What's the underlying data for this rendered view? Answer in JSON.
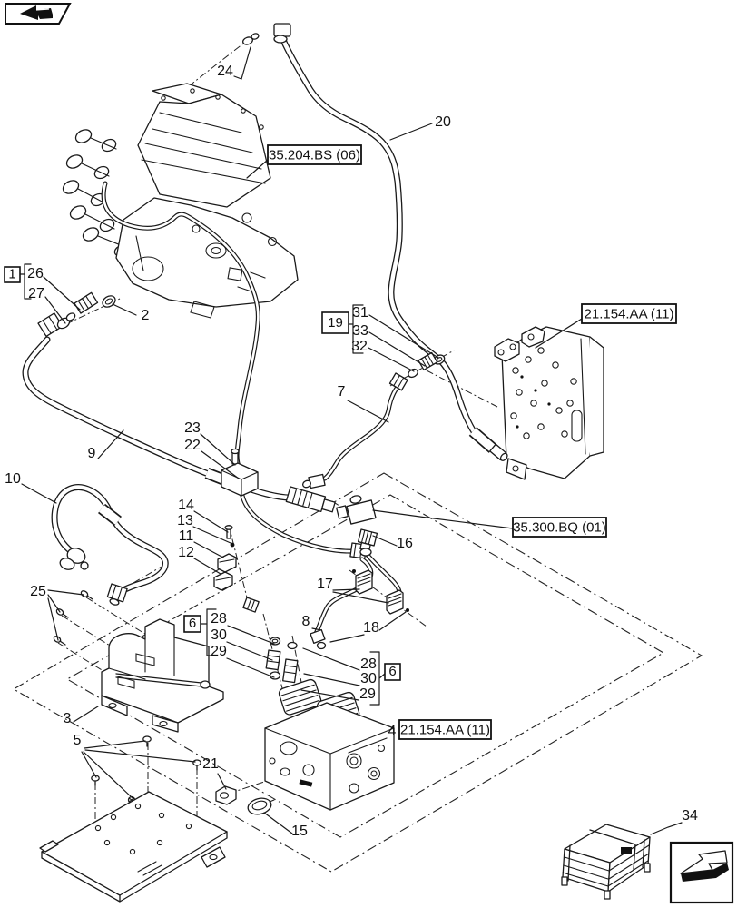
{
  "page": {
    "background": "#ffffff",
    "line_color": "#1a1a1a"
  },
  "nav": {
    "back_icon": "back-reference-arrow",
    "forward_icon": "forward-reference-arrow"
  },
  "ref_labels": {
    "top_assembly": "35.204.BS (06)",
    "right_plate": "21.154.AA (11)",
    "mid_valve": "35.300.BQ (01)",
    "bottom_valve": "21.154.AA (11)"
  },
  "group_boxes": {
    "g1": "1",
    "g19": "19",
    "g6_left": "6",
    "g6_right": "6"
  },
  "callouts": {
    "n2": "2",
    "n3": "3",
    "n4": "4",
    "n5": "5",
    "n7": "7",
    "n8": "8",
    "n9": "9",
    "n10": "10",
    "n11": "11",
    "n12": "12",
    "n13": "13",
    "n14": "14",
    "n15": "15",
    "n16": "16",
    "n17": "17",
    "n18": "18",
    "n20": "20",
    "n21": "21",
    "n22": "22",
    "n23": "23",
    "n24": "24",
    "n25": "25",
    "n26": "26",
    "n27": "27",
    "n28_left": "28",
    "n29_left": "29",
    "n30_left": "30",
    "n28_right": "28",
    "n29_right": "29",
    "n30_right": "30",
    "n31": "31",
    "n32": "32",
    "n33": "33",
    "n34": "34"
  }
}
